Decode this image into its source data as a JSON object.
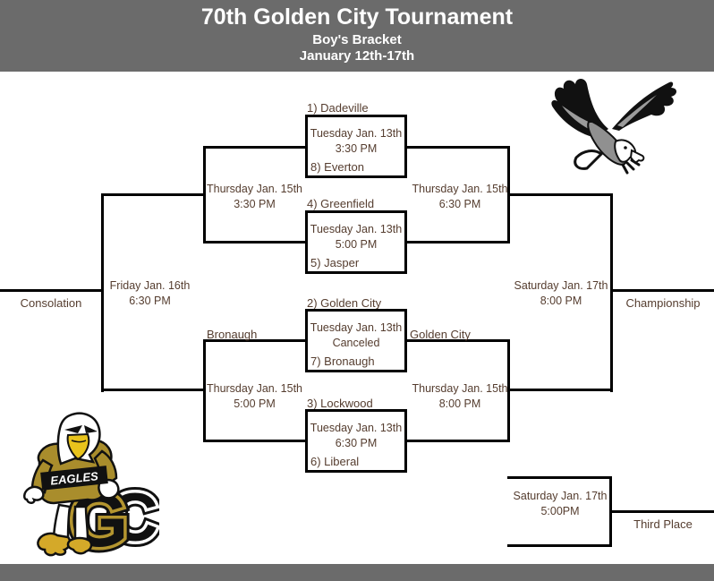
{
  "header": {
    "title": "70th Golden City Tournament",
    "subtitle": "Boy's Bracket",
    "dates": "January 12th-17th"
  },
  "games": [
    {
      "top_seed": "1) Dadeville",
      "schedule_line1": "Tuesday Jan. 13th",
      "schedule_line2": "3:30 PM",
      "bottom_seed": "8) Everton"
    },
    {
      "top_seed": "4) Greenfield",
      "schedule_line1": "Tuesday Jan. 13th",
      "schedule_line2": "5:00 PM",
      "bottom_seed": "5) Jasper"
    },
    {
      "top_seed": "2) Golden City",
      "schedule_line1": "Tuesday Jan. 13th",
      "schedule_line2": "Canceled",
      "bottom_seed": "7) Bronaugh"
    },
    {
      "top_seed": "3) Lockwood",
      "schedule_line1": "Tuesday Jan. 13th",
      "schedule_line2": "6:30 PM",
      "bottom_seed": "6) Liberal"
    }
  ],
  "consolation_bracket": {
    "semifinal_top": {
      "line1": "Thursday  Jan. 15th",
      "line2": "3:30 PM"
    },
    "semifinal_bottom": {
      "line1": "Thursday  Jan. 15th",
      "line2": "5:00 PM"
    },
    "final": {
      "line1": "Friday Jan. 16th",
      "line2": "6:30 PM"
    },
    "label": "Consolation",
    "advancing_team": "Bronaugh"
  },
  "championship_bracket": {
    "semifinal_top": {
      "line1": "Thursday Jan. 15th",
      "line2": "6:30 PM"
    },
    "semifinal_bottom": {
      "line1": "Thursday Jan. 15th",
      "line2": "8:00 PM"
    },
    "final": {
      "line1": "Saturday Jan. 17th",
      "line2": "8:00 PM"
    },
    "label": "Championship",
    "advancing_team": "Golden City"
  },
  "third_place": {
    "schedule_line1": "Saturday Jan. 17th",
    "schedule_line2": "5:00PM",
    "label": "Third Place"
  },
  "mascot": {
    "jersey_text": "EAGLES",
    "letter_g": "G",
    "letter_c": "C"
  },
  "colors": {
    "banner_gray": "#6b6b6b",
    "line_black": "#000000",
    "bracket_text": "#553d2f",
    "mascot_gold": "#a98d2c",
    "beak_yellow": "#e8c31c",
    "eagle_gray": "#909090"
  }
}
